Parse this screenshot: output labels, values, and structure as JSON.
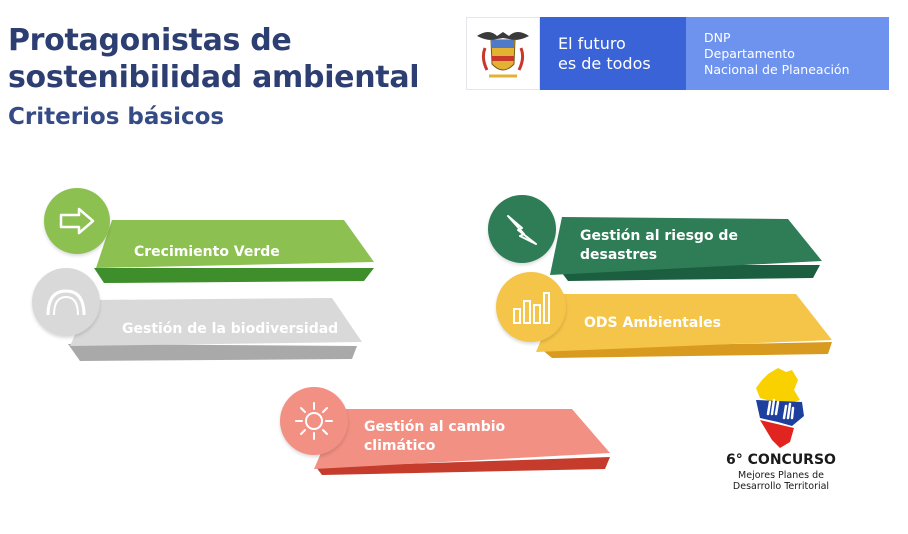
{
  "slide": {
    "title_line1": "Protagonistas de",
    "title_line2": "sostenibilidad ambiental",
    "subtitle": "Criterios básicos"
  },
  "banner": {
    "slogan_line1": "El futuro",
    "slogan_line2": "es de todos",
    "org_line1": "DNP",
    "org_line2": "Departamento",
    "org_line3": "Nacional de Planeación"
  },
  "criteria": [
    {
      "label": "Crecimiento Verde",
      "icon": "arrow-right-icon",
      "color": "#8cc152",
      "dark": "#3e8e2c"
    },
    {
      "label": "Gestión de la biodiversidad",
      "icon": "arch-icon",
      "color": "#d9d9d9",
      "dark": "#a9a9a9"
    },
    {
      "label": "Gestión al riesgo de desastres",
      "icon": "lightning-icon",
      "color": "#2e7d57",
      "dark": "#1c5e40"
    },
    {
      "label": "ODS Ambientales",
      "icon": "bar-chart-icon",
      "color": "#f5c54a",
      "dark": "#d89a1f"
    },
    {
      "label": "Gestión al cambio climático",
      "icon": "sun-icon",
      "color": "#f29084",
      "dark": "#c53b2c"
    }
  ],
  "contest": {
    "title": "6° CONCURSO",
    "line1": "Mejores Planes de",
    "line2": "Desarrollo Territorial",
    "colors": {
      "yellow": "#f9d100",
      "blue": "#1d3f9e",
      "red": "#e22420"
    }
  }
}
